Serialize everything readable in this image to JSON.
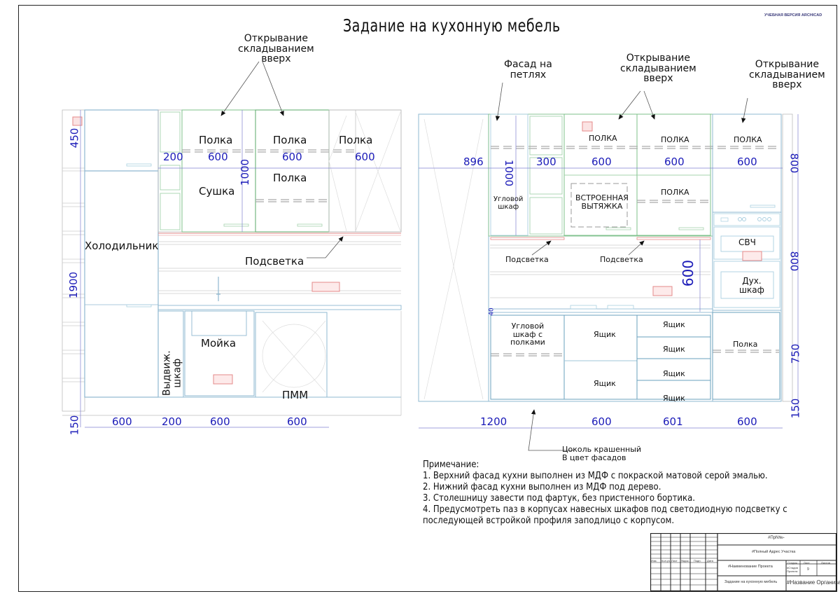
{
  "drawing": {
    "title": "Задание на кухонную мебель",
    "watermark": "УЧЕБНАЯ ВЕРСИЯ ARCHICAD",
    "colors": {
      "dimension": "#1a1ab8",
      "cabinet_outline": "#8fb8d0",
      "upper_facade": "#7cc08a",
      "socket": "#e48a8a",
      "text": "#111111"
    }
  },
  "left_elevation": {
    "annotations": {
      "opening_callout": [
        "Открывание",
        "складыванием",
        "вверх"
      ],
      "lighting": "Подсветка"
    },
    "upper_cabinets": {
      "shelf_1": "Полка",
      "shelf_2": "Полка",
      "shelf_3": "Полка",
      "shelf_4": "Полка",
      "dryer": "Сушка"
    },
    "tall_units": {
      "fridge": "Холодильник"
    },
    "lower_cabinets": {
      "pullout": [
        "Выдвиж.",
        "шкаф"
      ],
      "sink": "Мойка",
      "dishwasher": "ПММ"
    },
    "dimensions": {
      "vertical": [
        "450",
        "1900",
        "150"
      ],
      "upper_height": "1000",
      "upper_widths": [
        "200",
        "600",
        "600",
        "600"
      ],
      "bottom_widths": [
        "600",
        "200",
        "600",
        "600"
      ]
    }
  },
  "right_elevation": {
    "annotations": {
      "hinged_facade": [
        "Фасад на",
        "петлях"
      ],
      "opening_callout_middle": [
        "Открывание",
        "складыванием",
        "вверх"
      ],
      "opening_callout_right": [
        "Открывание",
        "складыванием",
        "вверх"
      ],
      "lighting_left": "Подсветка",
      "lighting_right": "Подсветка",
      "plinth": [
        "Цоколь крашенный",
        "В цвет фасадов"
      ]
    },
    "upper_cabinets": {
      "corner": [
        "Угловой",
        "шкаф"
      ],
      "shelf_1": "ПОЛКА",
      "shelf_2": "ПОЛКА",
      "shelf_3": "ПОЛКА",
      "shelf_4": "ПОЛКА",
      "hood": [
        "ВСТРОЕННАЯ",
        "ВЫТЯЖКА"
      ]
    },
    "appliance_column": {
      "microwave": "СВЧ",
      "oven": [
        "Дух.",
        "шкаф"
      ]
    },
    "lower_cabinets": {
      "corner": [
        "Угловой",
        "шкаф с",
        "полками"
      ],
      "drawer_a1": "Ящик",
      "drawer_a2": "Ящик",
      "drawer_b1": "Ящик",
      "drawer_b2": "Ящик",
      "drawer_b3": "Ящик",
      "drawer_b4": "Ящик",
      "shelf": "Полка"
    },
    "dimensions": {
      "left_width": "896",
      "upper_height": "1000",
      "narrow_width": "300",
      "upper_widths": [
        "600",
        "600",
        "600"
      ],
      "apron": "600",
      "countertop": "40",
      "vertical_right": [
        "800",
        "800",
        "750",
        "150"
      ],
      "bottom_widths": [
        "1200",
        "600",
        "601",
        "600"
      ]
    }
  },
  "notes": {
    "heading": "Примечание:",
    "items": [
      "1. Верхний фасад кухни выполнен из МДФ с покраской матовой серой эмалью.",
      "2. Нижний фасад кухни выполнен из МДФ под дерево.",
      "3. Столешницу завести под фартук, без пристенного бортика.",
      "4. Предусмотреть паз в корпусах навесных шкафов под светодиодную подсветку с",
      "последующей встройкой профиля заподлицо с корпусом."
    ]
  },
  "title_block": {
    "project_number": "#ПрN№-",
    "address": "#Полный Адрес Участка",
    "project_name": "#Наименование Проекта",
    "sheet_title": "Задание на кухонную мебель",
    "organization": "#Название Организации",
    "stage_label": "Стадия",
    "sheet_label": "Лист",
    "sheets_label": "Листов",
    "stage_value": "#Стадия Проекта",
    "sheet_value": "9",
    "column_headers": [
      "Изм.",
      "Кол.уч",
      "Лист",
      "№док.",
      "Подп.",
      "Дата"
    ]
  }
}
